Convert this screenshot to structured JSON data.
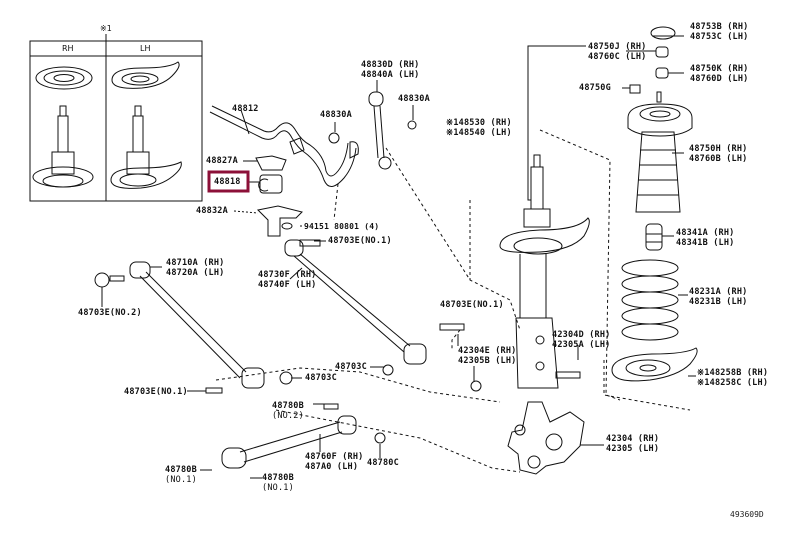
{
  "diagram": {
    "code": "493609D",
    "highlight_color": "#8c1038",
    "inset": {
      "note": "※1",
      "col_rh": "RH",
      "col_lh": "LH"
    },
    "labels": {
      "p48812": "48812",
      "p48827A": "48827A",
      "p48818": "48818",
      "p48832A": "48832A",
      "p94151": "94151  80801 (4)",
      "p48830A_left": "48830A",
      "p48830D": [
        "48830D (RH)",
        "48840A (LH)"
      ],
      "p48830A_right": "48830A",
      "p48703E_no1_top": "48703E(NO.1)",
      "p48710A": [
        "48710A (RH)",
        "48720A (LH)"
      ],
      "p48703E_no2": "48703E(NO.2)",
      "p48730F": [
        "48730F (RH)",
        "48740F (LH)"
      ],
      "p48703E_no1_mid": "48703E(NO.1)",
      "p48703C_a": "48703C",
      "p48703C_b": "48703C",
      "p48703E_no1_left": "48703E(NO.1)",
      "p48780B_no2": [
        "48780B",
        "(NO.2)"
      ],
      "p48760F": [
        "48760F (RH)",
        "487A0 (LH)"
      ],
      "p48780C": "48780C",
      "p48780B_no1_a": [
        "48780B",
        "(NO.1)"
      ],
      "p48780B_no1_b": [
        "48780B",
        "(NO.1)"
      ],
      "p42304E": [
        "42304E (RH)",
        "42305B (LH)"
      ],
      "p42304D": [
        "42304D (RH)",
        "42305A (LH)"
      ],
      "p42304": [
        "42304 (RH)",
        "42305 (LH)"
      ],
      "p48530": [
        "※148530 (RH)",
        "※148540 (LH)"
      ],
      "p48750J": [
        "48750J (RH)",
        "48760C (LH)"
      ],
      "p48750G": "48750G",
      "p48753B": [
        "48753B (RH)",
        "48753C (LH)"
      ],
      "p48750K": [
        "48750K (RH)",
        "48760D (LH)"
      ],
      "p48750H": [
        "48750H (RH)",
        "48760B (LH)"
      ],
      "p48341A": [
        "48341A (RH)",
        "48341B (LH)"
      ],
      "p48231A": [
        "48231A (RH)",
        "48231B (LH)"
      ],
      "p48258B": [
        "※148258B (RH)",
        "※148258C (LH)"
      ]
    }
  }
}
